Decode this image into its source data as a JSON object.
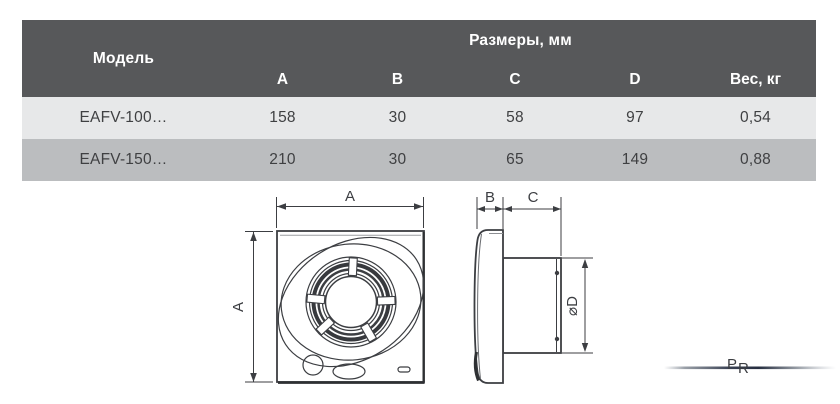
{
  "table": {
    "model_header": "Модель",
    "dims_header": "Размеры, мм",
    "columns": [
      "A",
      "B",
      "C",
      "D",
      "Вес, кг"
    ],
    "rows": [
      {
        "model": "EAFV-100…",
        "A": "158",
        "B": "30",
        "C": "58",
        "D": "97",
        "weight": "0,54"
      },
      {
        "model": "EAFV-150…",
        "A": "210",
        "B": "30",
        "C": "65",
        "D": "149",
        "weight": "0,88"
      }
    ]
  },
  "drawing": {
    "front_view": {
      "width_label": "A",
      "height_label": "A"
    },
    "side_view": {
      "front_depth_label": "B",
      "duct_depth_label": "C",
      "diameter_label": "⌀D"
    }
  },
  "logo": {
    "monogram": "PR",
    "letters": [
      "P",
      "R"
    ]
  },
  "colors": {
    "header_bg": "#57585A",
    "row_odd_bg": "#E7E8E9",
    "row_even_bg": "#BBBDBF",
    "table_text": "#3F4042",
    "line": "#3C3E42",
    "logo_navy": "#2B3447"
  }
}
